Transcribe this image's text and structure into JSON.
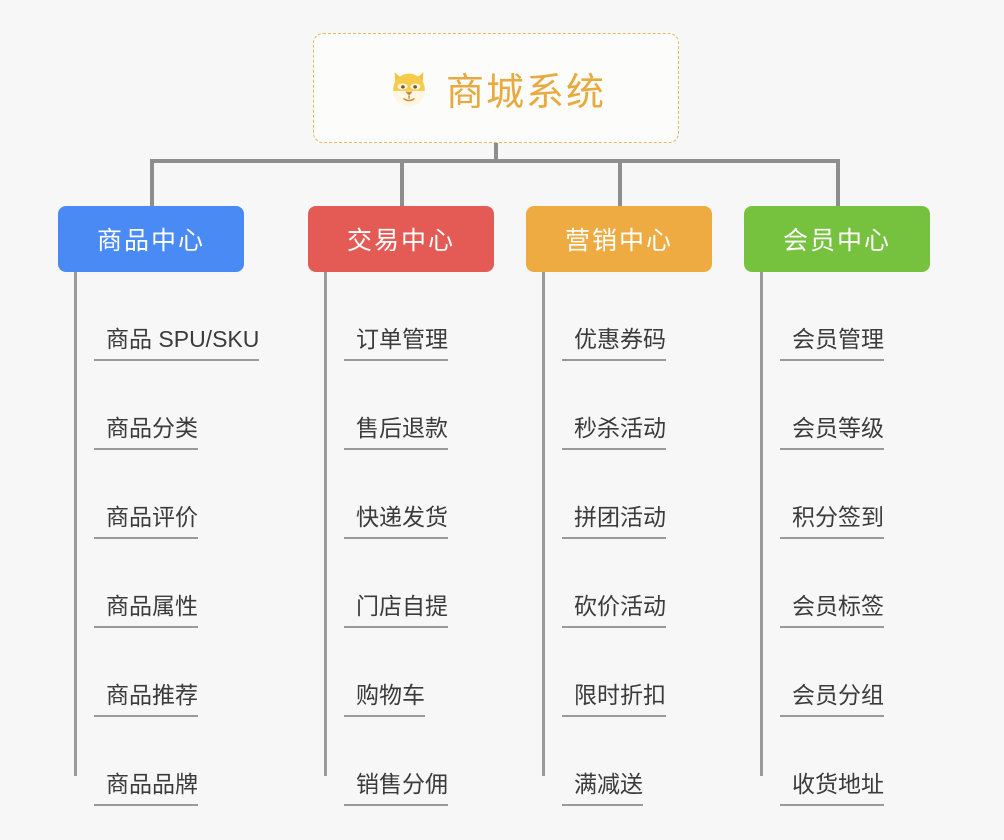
{
  "diagram": {
    "type": "organization-tree",
    "background_color": "#f7f7f7",
    "root": {
      "title": "商城系统",
      "icon": "shiba-dog-face-icon",
      "title_color": "#e8a93e",
      "border_color": "#e7b765"
    },
    "connector_color": "#8e8e8e",
    "columns": [
      {
        "label": "商品中心",
        "color": "#4a8af4",
        "items": [
          "商品 SPU/SKU",
          "商品分类",
          "商品评价",
          "商品属性",
          "商品推荐",
          "商品品牌"
        ]
      },
      {
        "label": "交易中心",
        "color": "#e45b55",
        "items": [
          "订单管理",
          "售后退款",
          "快递发货",
          "门店自提",
          "购物车",
          "销售分佣"
        ]
      },
      {
        "label": "营销中心",
        "color": "#eeab42",
        "items": [
          "优惠券码",
          "秒杀活动",
          "拼团活动",
          "砍价活动",
          "限时折扣",
          "满减送"
        ]
      },
      {
        "label": "会员中心",
        "color": "#76c23f",
        "items": [
          "会员管理",
          "会员等级",
          "积分签到",
          "会员标签",
          "会员分组",
          "收货地址"
        ]
      }
    ]
  }
}
